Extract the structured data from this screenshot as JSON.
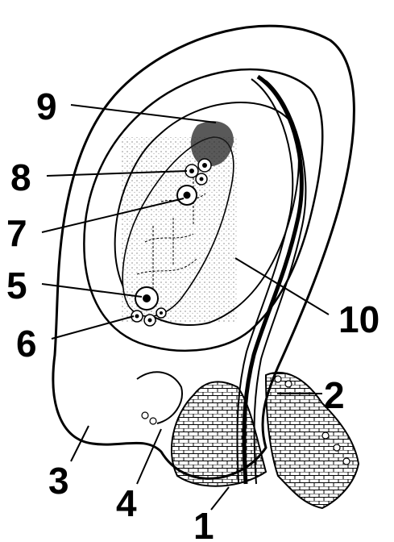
{
  "figure": {
    "callouts": [
      {
        "id": "1",
        "text": "1"
      },
      {
        "id": "2",
        "text": "2"
      },
      {
        "id": "3",
        "text": "3"
      },
      {
        "id": "4",
        "text": "4"
      },
      {
        "id": "5",
        "text": "5"
      },
      {
        "id": "6",
        "text": "6"
      },
      {
        "id": "7",
        "text": "7"
      },
      {
        "id": "8",
        "text": "8"
      },
      {
        "id": "9",
        "text": "9"
      },
      {
        "id": "10",
        "text": "10"
      }
    ]
  }
}
